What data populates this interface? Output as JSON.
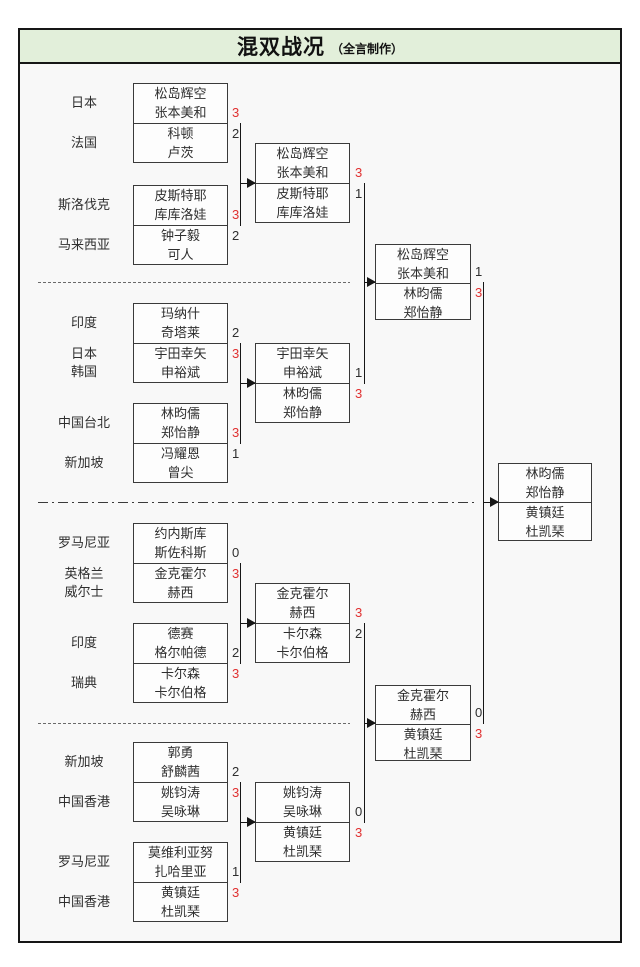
{
  "title": {
    "main": "混双战况",
    "credit": "（全言制作）"
  },
  "colors": {
    "win_score": "#e03030",
    "title_bg": "#e2efda",
    "panel_bg": "#f8f8f8",
    "line": "#161616"
  },
  "round1_teams": [
    {
      "country": "日本",
      "p1": "松岛辉空",
      "p2": "张本美和",
      "score": "3"
    },
    {
      "country": "法国",
      "p1": "科顿",
      "p2": "卢茨",
      "score": "2"
    },
    {
      "country": "斯洛伐克",
      "p1": "皮斯特耶",
      "p2": "库库洛娃",
      "score": "3"
    },
    {
      "country": "马来西亚",
      "p1": "钟子毅",
      "p2": "可人",
      "score": "2"
    },
    {
      "country": "印度",
      "p1": "玛纳什",
      "p2": "奇塔莱",
      "score": "2"
    },
    {
      "country": "日本",
      "country2": "韩国",
      "p1": "宇田幸矢",
      "p2": "申裕斌",
      "score": "3"
    },
    {
      "country": "中国台北",
      "p1": "林昀儒",
      "p2": "郑怡静",
      "score": "3"
    },
    {
      "country": "新加坡",
      "p1": "冯耀恩",
      "p2": "曾尖",
      "score": "1"
    },
    {
      "country": "罗马尼亚",
      "p1": "约内斯库",
      "p2": "斯佐科斯",
      "score": "0"
    },
    {
      "country": "英格兰",
      "country2": "威尔士",
      "p1": "金克霍尔",
      "p2": "赫西",
      "score": "3"
    },
    {
      "country": "印度",
      "p1": "德赛",
      "p2": "格尔帕德",
      "score": "2"
    },
    {
      "country": "瑞典",
      "p1": "卡尔森",
      "p2": "卡尔伯格",
      "score": "3"
    },
    {
      "country": "新加坡",
      "p1": "郭勇",
      "p2": "舒麟茜",
      "score": "2"
    },
    {
      "country": "中国香港",
      "p1": "姚钧涛",
      "p2": "吴咏琳",
      "score": "3"
    },
    {
      "country": "罗马尼亚",
      "p1": "莫维利亚努",
      "p2": "扎哈里亚",
      "score": "1"
    },
    {
      "country": "中国香港",
      "p1": "黄镇廷",
      "p2": "杜凯琹",
      "score": "3"
    }
  ],
  "round2_teams": [
    {
      "p1": "松岛辉空",
      "p2": "张本美和",
      "score": "3"
    },
    {
      "p1": "皮斯特耶",
      "p2": "库库洛娃",
      "score": "1"
    },
    {
      "p1": "宇田幸矢",
      "p2": "申裕斌",
      "score": "1"
    },
    {
      "p1": "林昀儒",
      "p2": "郑怡静",
      "score": "3"
    },
    {
      "p1": "金克霍尔",
      "p2": "赫西",
      "score": "3"
    },
    {
      "p1": "卡尔森",
      "p2": "卡尔伯格",
      "score": "2"
    },
    {
      "p1": "姚钧涛",
      "p2": "吴咏琳",
      "score": "0"
    },
    {
      "p1": "黄镇廷",
      "p2": "杜凯琹",
      "score": "3"
    }
  ],
  "semi_teams": [
    {
      "p1": "松岛辉空",
      "p2": "张本美和",
      "score": "1"
    },
    {
      "p1": "林昀儒",
      "p2": "郑怡静",
      "score": "3"
    },
    {
      "p1": "金克霍尔",
      "p2": "赫西",
      "score": "0"
    },
    {
      "p1": "黄镇廷",
      "p2": "杜凯琹",
      "score": "3"
    }
  ],
  "final_teams": [
    {
      "p1": "林昀儒",
      "p2": "郑怡静"
    },
    {
      "p1": "黄镇廷",
      "p2": "杜凯琹"
    }
  ]
}
